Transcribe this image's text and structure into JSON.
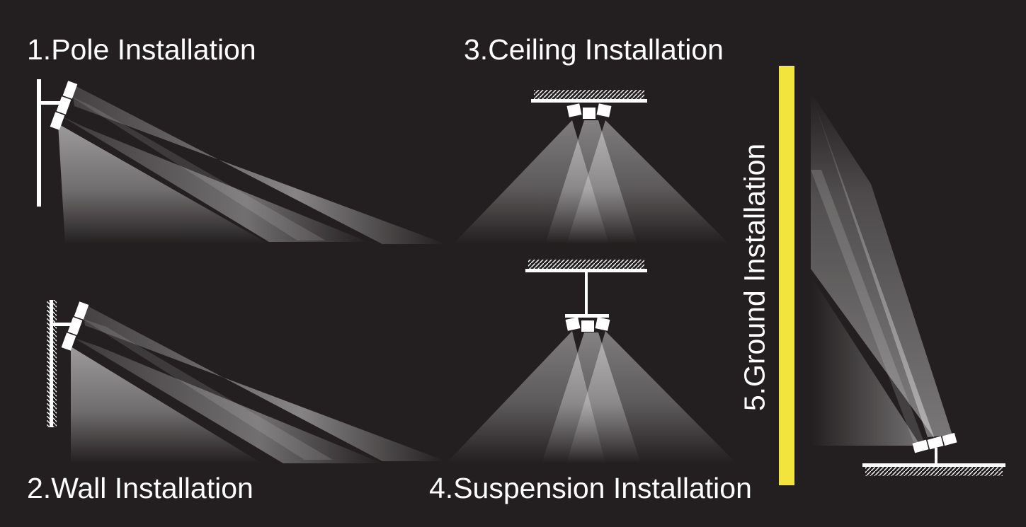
{
  "labels": {
    "pole": "1.Pole Installation",
    "wall": "2.Wall Installation",
    "ceiling": "3.Ceiling Installation",
    "suspension": "4.Suspension Installation",
    "ground": "5.Ground Installation"
  },
  "colors": {
    "background": "#231f20",
    "text": "#ffffff",
    "accent_bar": "#f2e43d",
    "fixture": "#ffffff"
  },
  "icons": [
    "pole-mount-icon",
    "wall-mount-icon",
    "ceiling-mount-icon",
    "suspension-mount-icon",
    "ground-mount-icon",
    "light-beam"
  ]
}
